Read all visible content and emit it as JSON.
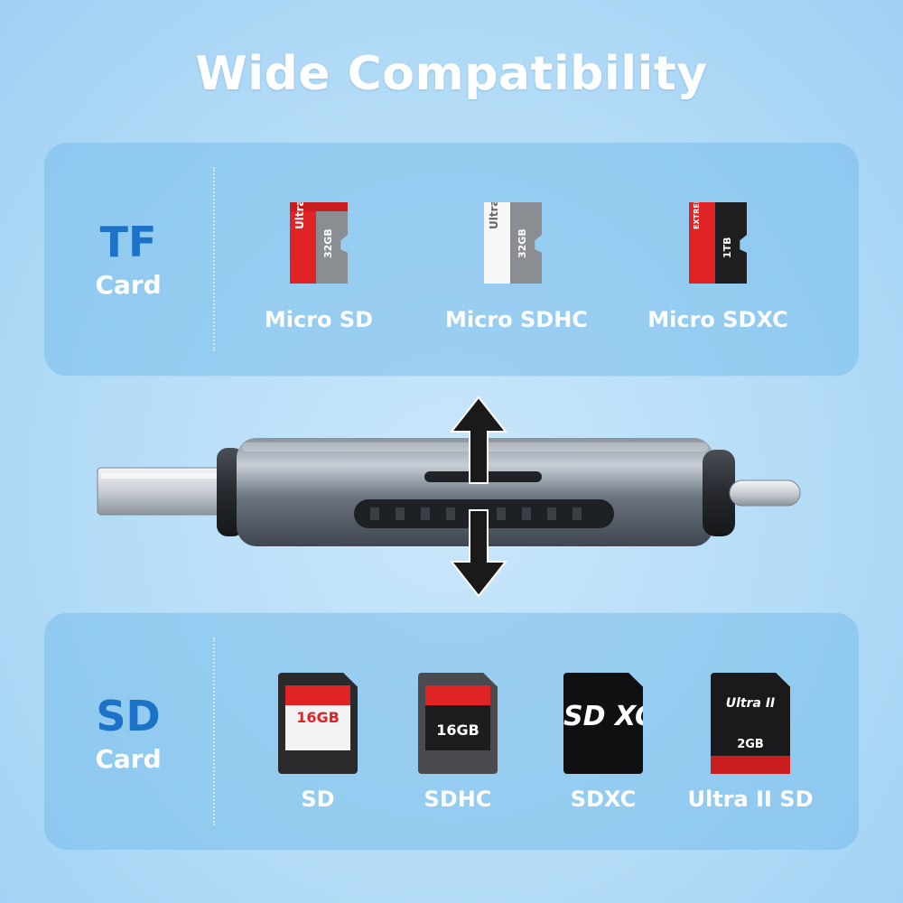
{
  "title": "Wide Compatibility",
  "tf_section": {
    "big": "TF",
    "small": "Card",
    "cards": [
      {
        "label": "Micro SD",
        "card_text": "Ultra",
        "capacity": "32GB"
      },
      {
        "label": "Micro SDHC",
        "card_text": "Ultra",
        "capacity": "32GB"
      },
      {
        "label": "Micro SDXC",
        "card_text": "EXTREME PRO",
        "capacity": "1TB"
      }
    ]
  },
  "sd_section": {
    "big": "SD",
    "small": "Card",
    "cards": [
      {
        "label": "SD",
        "card_text": "16GB"
      },
      {
        "label": "SDHC",
        "card_text": "16GB"
      },
      {
        "label": "SDXC",
        "card_text": "SD XC"
      },
      {
        "label": "Ultra II SD",
        "card_text": "Ultra II",
        "capacity": "2GB"
      }
    ]
  },
  "colors": {
    "accent_blue": "#1b72c6",
    "card_red": "#e02426",
    "card_gray": "#8a8d92",
    "card_black": "#1f1f22",
    "device_body": "#5f6874"
  },
  "icons": [
    "double-arrow-icon",
    "usb-a-connector",
    "usb-c-connector"
  ]
}
